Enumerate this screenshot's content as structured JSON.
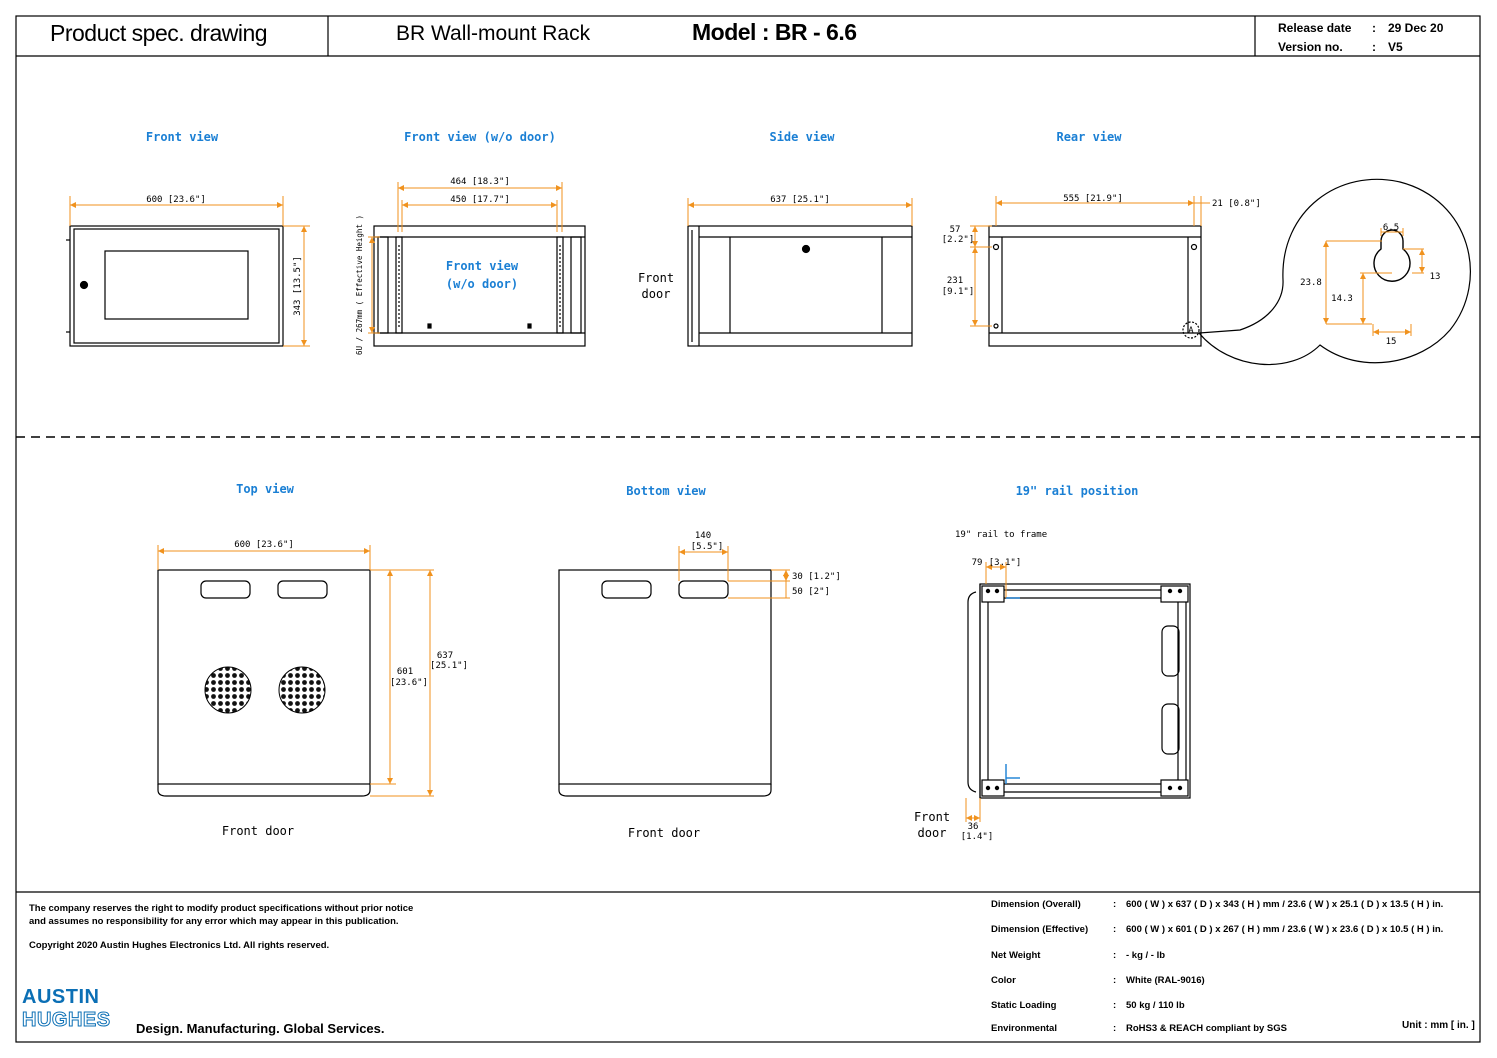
{
  "header": {
    "title": "Product spec. drawing",
    "product": "BR Wall-mount Rack",
    "model": "Model : BR - 6.6",
    "release_label": "Release date",
    "release_sep": ":",
    "release_value": "29 Dec 20",
    "version_label": "Version no.",
    "version_sep": ":",
    "version_value": "V5"
  },
  "views": {
    "front": "Front view",
    "front_wo_door": "Front view (w/o door)",
    "front_wo_door_inner_1": "Front view",
    "front_wo_door_inner_2": "(w/o door)",
    "side": "Side view",
    "rear": "Rear view",
    "top": "Top view",
    "bottom": "Bottom view",
    "rail": "19\" rail position"
  },
  "dims": {
    "front_w": "600 [23.6\"]",
    "front_h": "343 [13.5\"]",
    "wo_outer": "464 [18.3\"]",
    "wo_inner": "450 [17.7\"]",
    "wo_eff": "6U / 267mm ( Effective Height )",
    "side_d": "637 [25.1\"]",
    "rear_w": "555 [21.9\"]",
    "rear_off": "21 [0.8\"]",
    "rear_57a": "57",
    "rear_57b": "[2.2\"]",
    "rear_231a": "231",
    "rear_231b": "[9.1\"]",
    "det_65": "6.5",
    "det_238": "23.8",
    "det_13": "13",
    "det_143": "14.3",
    "det_15": "15",
    "det_A": "A",
    "top_w": "600 [23.6\"]",
    "top_601a": "601",
    "top_601b": "[23.6\"]",
    "top_637a": "637",
    "top_637b": "[25.1\"]",
    "bot_140a": "140",
    "bot_140b": "[5.5\"]",
    "bot_30": "30 [1.2\"]",
    "bot_50": "50 [2\"]",
    "rail_79a": "79",
    "rail_79b": "[3.1\"]",
    "rail_36a": "36",
    "rail_36b": "[1.4\"]"
  },
  "labels": {
    "front_door_1": "Front",
    "front_door_2": "door",
    "front_door": "Front door",
    "rail_to_frame": "19\" rail to frame"
  },
  "footer": {
    "note_1": "The company reserves the right to modify product specifications without prior notice",
    "note_2": "and assumes no responsibility for any error which may appear in this publication.",
    "copyright": "Copyright 2020 Austin Hughes Electronics Ltd. All rights reserved.",
    "logo_top": "AUSTIN",
    "logo_bottom": "HUGHES",
    "tagline": "Design. Manufacturing. Global Services.",
    "unit": "Unit : mm [ in. ]",
    "specs": [
      {
        "key": "Dimension (Overall)",
        "sep": ":",
        "value": "600 ( W ) x 637 ( D ) x 343 ( H ) mm / 23.6 ( W ) x 25.1 ( D ) x 13.5 ( H ) in."
      },
      {
        "key": "Dimension (Effective)",
        "sep": ":",
        "value": "600 ( W ) x 601 ( D ) x 267 ( H ) mm / 23.6 ( W ) x 23.6 ( D ) x 10.5 ( H ) in."
      },
      {
        "key": "Net Weight",
        "sep": ":",
        "value": "- kg / - lb"
      },
      {
        "key": "Color",
        "sep": ":",
        "value": "White (RAL-9016)"
      },
      {
        "key": "Static Loading",
        "sep": ":",
        "value": "50 kg / 110 lb"
      },
      {
        "key": "Environmental",
        "sep": ":",
        "value": "RoHS3 & REACH compliant by SGS"
      }
    ]
  },
  "colors": {
    "dimension": "#f0921e",
    "view_title": "#1a7fd4",
    "logo": "#0b6fb5"
  }
}
